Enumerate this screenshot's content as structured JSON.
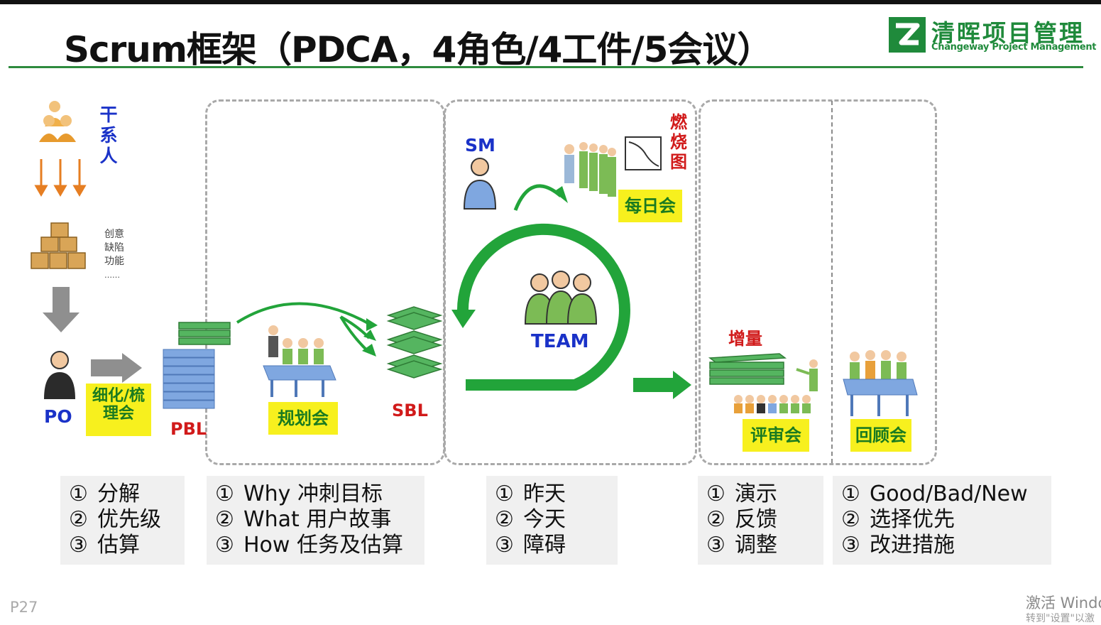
{
  "title": "Scrum框架（PDCA，4角色/4工件/5会议）",
  "logo": {
    "name_cn": "清晖项目管理",
    "name_en": "Changeway Project Management"
  },
  "labels": {
    "stakeholder": "干系人",
    "ideas": [
      "创意",
      "缺陷",
      "功能",
      "……"
    ],
    "po": "PO",
    "refine_meeting": "细化/梳理会",
    "pbl": "PBL",
    "planning_meeting": "规划会",
    "sbl": "SBL",
    "sm": "SM",
    "burndown": "燃烧图",
    "daily_meeting": "每日会",
    "team": "TEAM",
    "increment": "增量",
    "review_meeting": "评审会",
    "retro_meeting": "回顾会"
  },
  "panels": [
    {
      "items": [
        "分解",
        "优先级",
        "估算"
      ]
    },
    {
      "items": [
        "Why 冲刺目标",
        "What 用户故事",
        "How 任务及估算"
      ]
    },
    {
      "items": [
        "昨天",
        "今天",
        "障碍"
      ]
    },
    {
      "items": [
        "演示",
        "反馈",
        "调整"
      ]
    },
    {
      "items": [
        "Good/Bad/New",
        "选择优先",
        "改进措施"
      ]
    }
  ],
  "numbers": [
    "①",
    "②",
    "③"
  ],
  "footer": "P27",
  "watermark": {
    "line1": "激活 Windo",
    "line2": "转到\"设置\"以激"
  },
  "colors": {
    "green": "#22a43a",
    "yellow": "#f7f01e",
    "blue": "#1a32c8",
    "red": "#d11a1a",
    "title_line": "#2e8b3e"
  }
}
